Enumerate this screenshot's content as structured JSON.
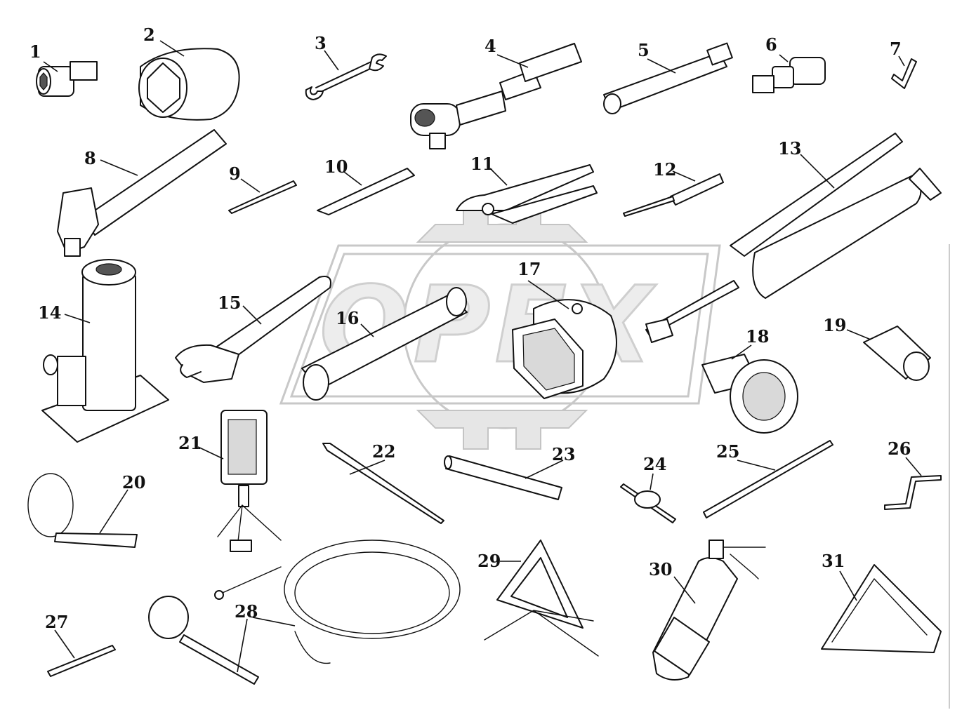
{
  "watermark": {
    "text": "OPEX"
  },
  "callouts": [
    "1",
    "2",
    "3",
    "4",
    "5",
    "6",
    "7",
    "8",
    "9",
    "10",
    "11",
    "12",
    "13",
    "14",
    "15",
    "16",
    "17",
    "18",
    "19",
    "20",
    "21",
    "22",
    "23",
    "24",
    "25",
    "26",
    "27",
    "28",
    "29",
    "30",
    "31"
  ]
}
